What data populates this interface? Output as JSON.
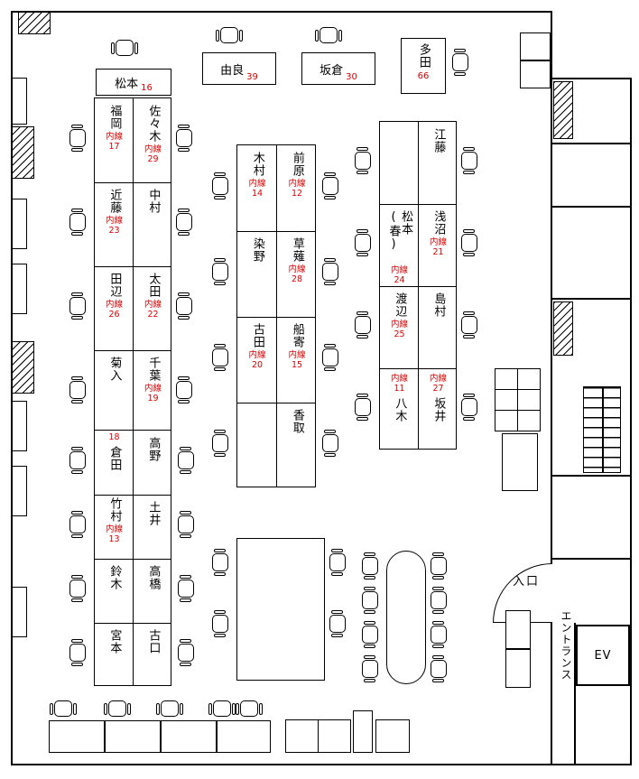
{
  "labels": {
    "entrance": "入口",
    "entrance_hall": "エントランス",
    "elevator": "EV"
  },
  "colors": {
    "extension": "#dd0000",
    "wall": "#000000"
  },
  "top_desks": [
    {
      "name": "松本",
      "num": "16"
    },
    {
      "name": "由良",
      "num": "39"
    },
    {
      "name": "坂倉",
      "num": "30"
    },
    {
      "name": "多田",
      "num": "66"
    }
  ],
  "islands": {
    "A": {
      "left": [
        {
          "name": "福岡",
          "ext_label": "内線",
          "ext_num": "17"
        },
        {
          "name": "近藤",
          "ext_label": "内線",
          "ext_num": "23"
        },
        {
          "name": "田辺",
          "ext_label": "内線",
          "ext_num": "26"
        },
        {
          "name": "菊入"
        }
      ],
      "right": [
        {
          "name": "佐々木",
          "ext_label": "内線",
          "ext_num": "29"
        },
        {
          "name": "中村"
        },
        {
          "name": "太田",
          "ext_label": "内線",
          "ext_num": "22"
        },
        {
          "name": "千葉",
          "ext_label": "内線",
          "ext_num": "19"
        }
      ]
    },
    "B": {
      "left": [
        {
          "name": "木村",
          "ext_label": "内線",
          "ext_num": "14"
        },
        {
          "name": "染野"
        },
        {
          "name": "古田",
          "ext_label": "内線",
          "ext_num": "20"
        }
      ],
      "right": [
        {
          "name": "前原",
          "ext_label": "内線",
          "ext_num": "12"
        },
        {
          "name": "草薙",
          "ext_label": "内線",
          "ext_num": "28"
        },
        {
          "name": "船寄",
          "ext_label": "内線",
          "ext_num": "15"
        },
        {
          "name": "香取"
        }
      ]
    },
    "C": {
      "left": [
        {},
        {
          "name": "松本(春)",
          "ext_label": "内線",
          "ext_num": "24"
        },
        {
          "name": "渡辺",
          "ext_label": "内線",
          "ext_num": "25"
        },
        {
          "name": "八木",
          "ext_label": "内線",
          "ext_num": "11"
        }
      ],
      "right": [
        {
          "name": "江藤"
        },
        {
          "name": "浅沼",
          "ext_label": "内線",
          "ext_num": "21"
        },
        {
          "name": "島村"
        },
        {
          "name": "坂井",
          "ext_label": "内線",
          "ext_num": "27"
        }
      ]
    },
    "D": {
      "left": [
        {
          "name": "倉田",
          "ext_num": "18"
        },
        {
          "name": "竹村",
          "ext_label": "内線",
          "ext_num": "13"
        },
        {
          "name": "鈴木"
        },
        {
          "name": "宮本"
        }
      ],
      "right": [
        {
          "name": "高野"
        },
        {
          "name": "土井"
        },
        {
          "name": "高橋"
        },
        {
          "name": "古口"
        }
      ]
    }
  }
}
